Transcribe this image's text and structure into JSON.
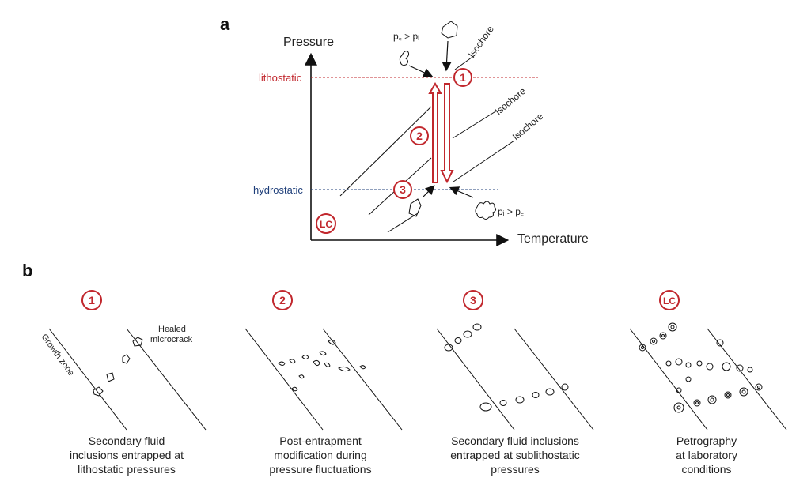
{
  "panel_a": {
    "label": "a",
    "y_axis": "Pressure",
    "x_axis": "Temperature",
    "lithostatic": "lithostatic",
    "hydrostatic": "hydrostatic",
    "isochore": "Isochore",
    "pc_gt_pi": "p꜀ > pᵢ",
    "pi_gt_pc": "pᵢ > p꜀",
    "marker_1": "1",
    "marker_2": "2",
    "marker_3": "3",
    "marker_lc": "LC",
    "colors": {
      "red": "#c1272d",
      "blue": "#1f3f7a"
    }
  },
  "panel_b": {
    "label": "b",
    "growth_zone": "Growth zone",
    "healed_1": "Healed",
    "healed_2": "microcrack",
    "columns": [
      {
        "marker": "1",
        "caption": [
          "Secondary fluid",
          "inclusions entrapped at",
          "lithostatic pressures"
        ]
      },
      {
        "marker": "2",
        "caption": [
          "Post-entrapment",
          "modification during",
          "pressure fluctuations"
        ]
      },
      {
        "marker": "3",
        "caption": [
          "Secondary fluid inclusions",
          "entrapped at sublithostatic",
          "pressures"
        ]
      },
      {
        "marker": "LC",
        "caption": [
          "Petrography",
          "at laboratory",
          "conditions"
        ]
      }
    ]
  }
}
